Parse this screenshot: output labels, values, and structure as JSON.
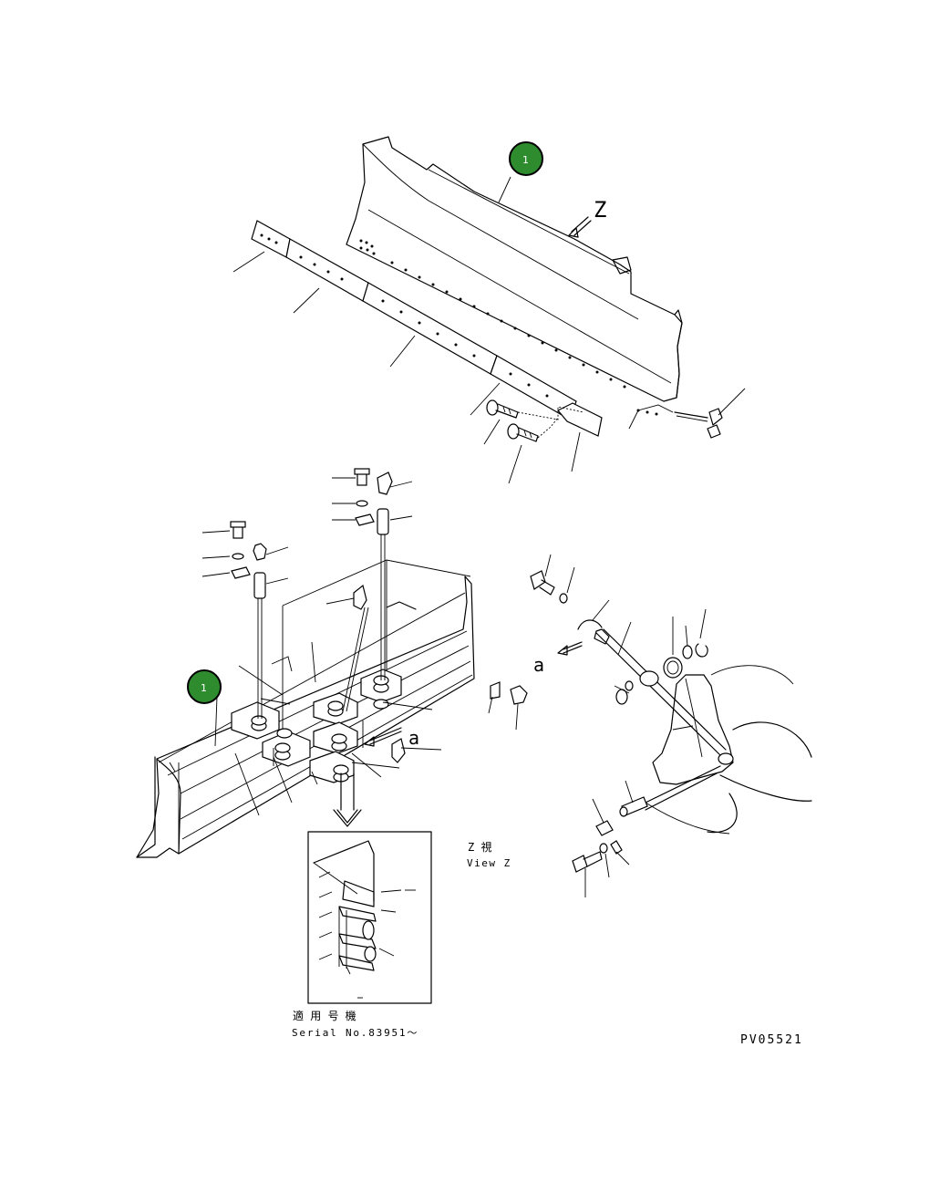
{
  "callouts": {
    "part_ref": "1"
  },
  "view_markers": {
    "z_arrow": "Z",
    "a_upper": "a",
    "a_lower": "a"
  },
  "view_z": {
    "jp": "Z 視",
    "en": "View Z"
  },
  "serial": {
    "jp": "適 用 号 機",
    "en": "Serial No.83951～"
  },
  "drawing_id": "PV05521",
  "colors": {
    "badge": "#2e8b2e",
    "line": "#000000"
  }
}
